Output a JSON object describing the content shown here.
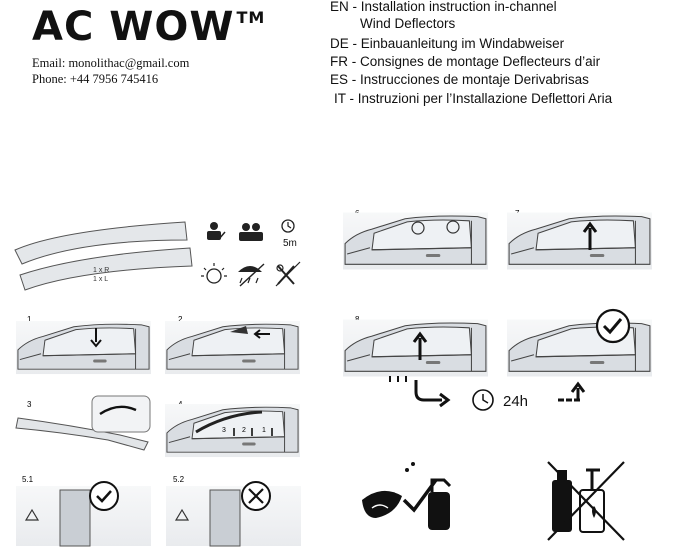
{
  "header": {
    "brand": "AC WOW",
    "trademark": "TM",
    "email": "Email: monolithac@gmail.com",
    "phone": "Phone: +44 7956 745416"
  },
  "languages": [
    {
      "text": "EN - Installation instruction in-channel"
    },
    {
      "text": "Wind Deflectors"
    },
    {
      "text": "DE - Einbauanleitung im Windabweiser"
    },
    {
      "text": "FR - Consignes de montage Deflecteurs d’air"
    },
    {
      "text": "ES - Instrucciones de montaje Derivabrisas"
    },
    {
      "text": "IT - Instruzioni per l’Installazione Deflettori Aria"
    }
  ],
  "kit": {
    "qty_right": "1 x R",
    "qty_left": "1 x L",
    "time": "5m"
  },
  "steps": {
    "s1": "1",
    "s2": "2",
    "s3": "3",
    "s4": "4",
    "s51": "5.1",
    "s52": "5.2",
    "s6": "6",
    "s7": "7",
    "s8": "8",
    "wait": "24h",
    "seq_a": "3",
    "seq_b": "2",
    "seq_c": "1"
  },
  "colors": {
    "line": "#3a3a3a",
    "panel": "#f1f2f4",
    "accent": "#111111"
  },
  "icons": [
    "two-person-icon",
    "clock-icon",
    "temperature-icon",
    "no-wash-icon",
    "no-tools-icon",
    "checkmark-icon",
    "cross-icon",
    "cloth-spray-icon",
    "no-chemicals-icon"
  ]
}
